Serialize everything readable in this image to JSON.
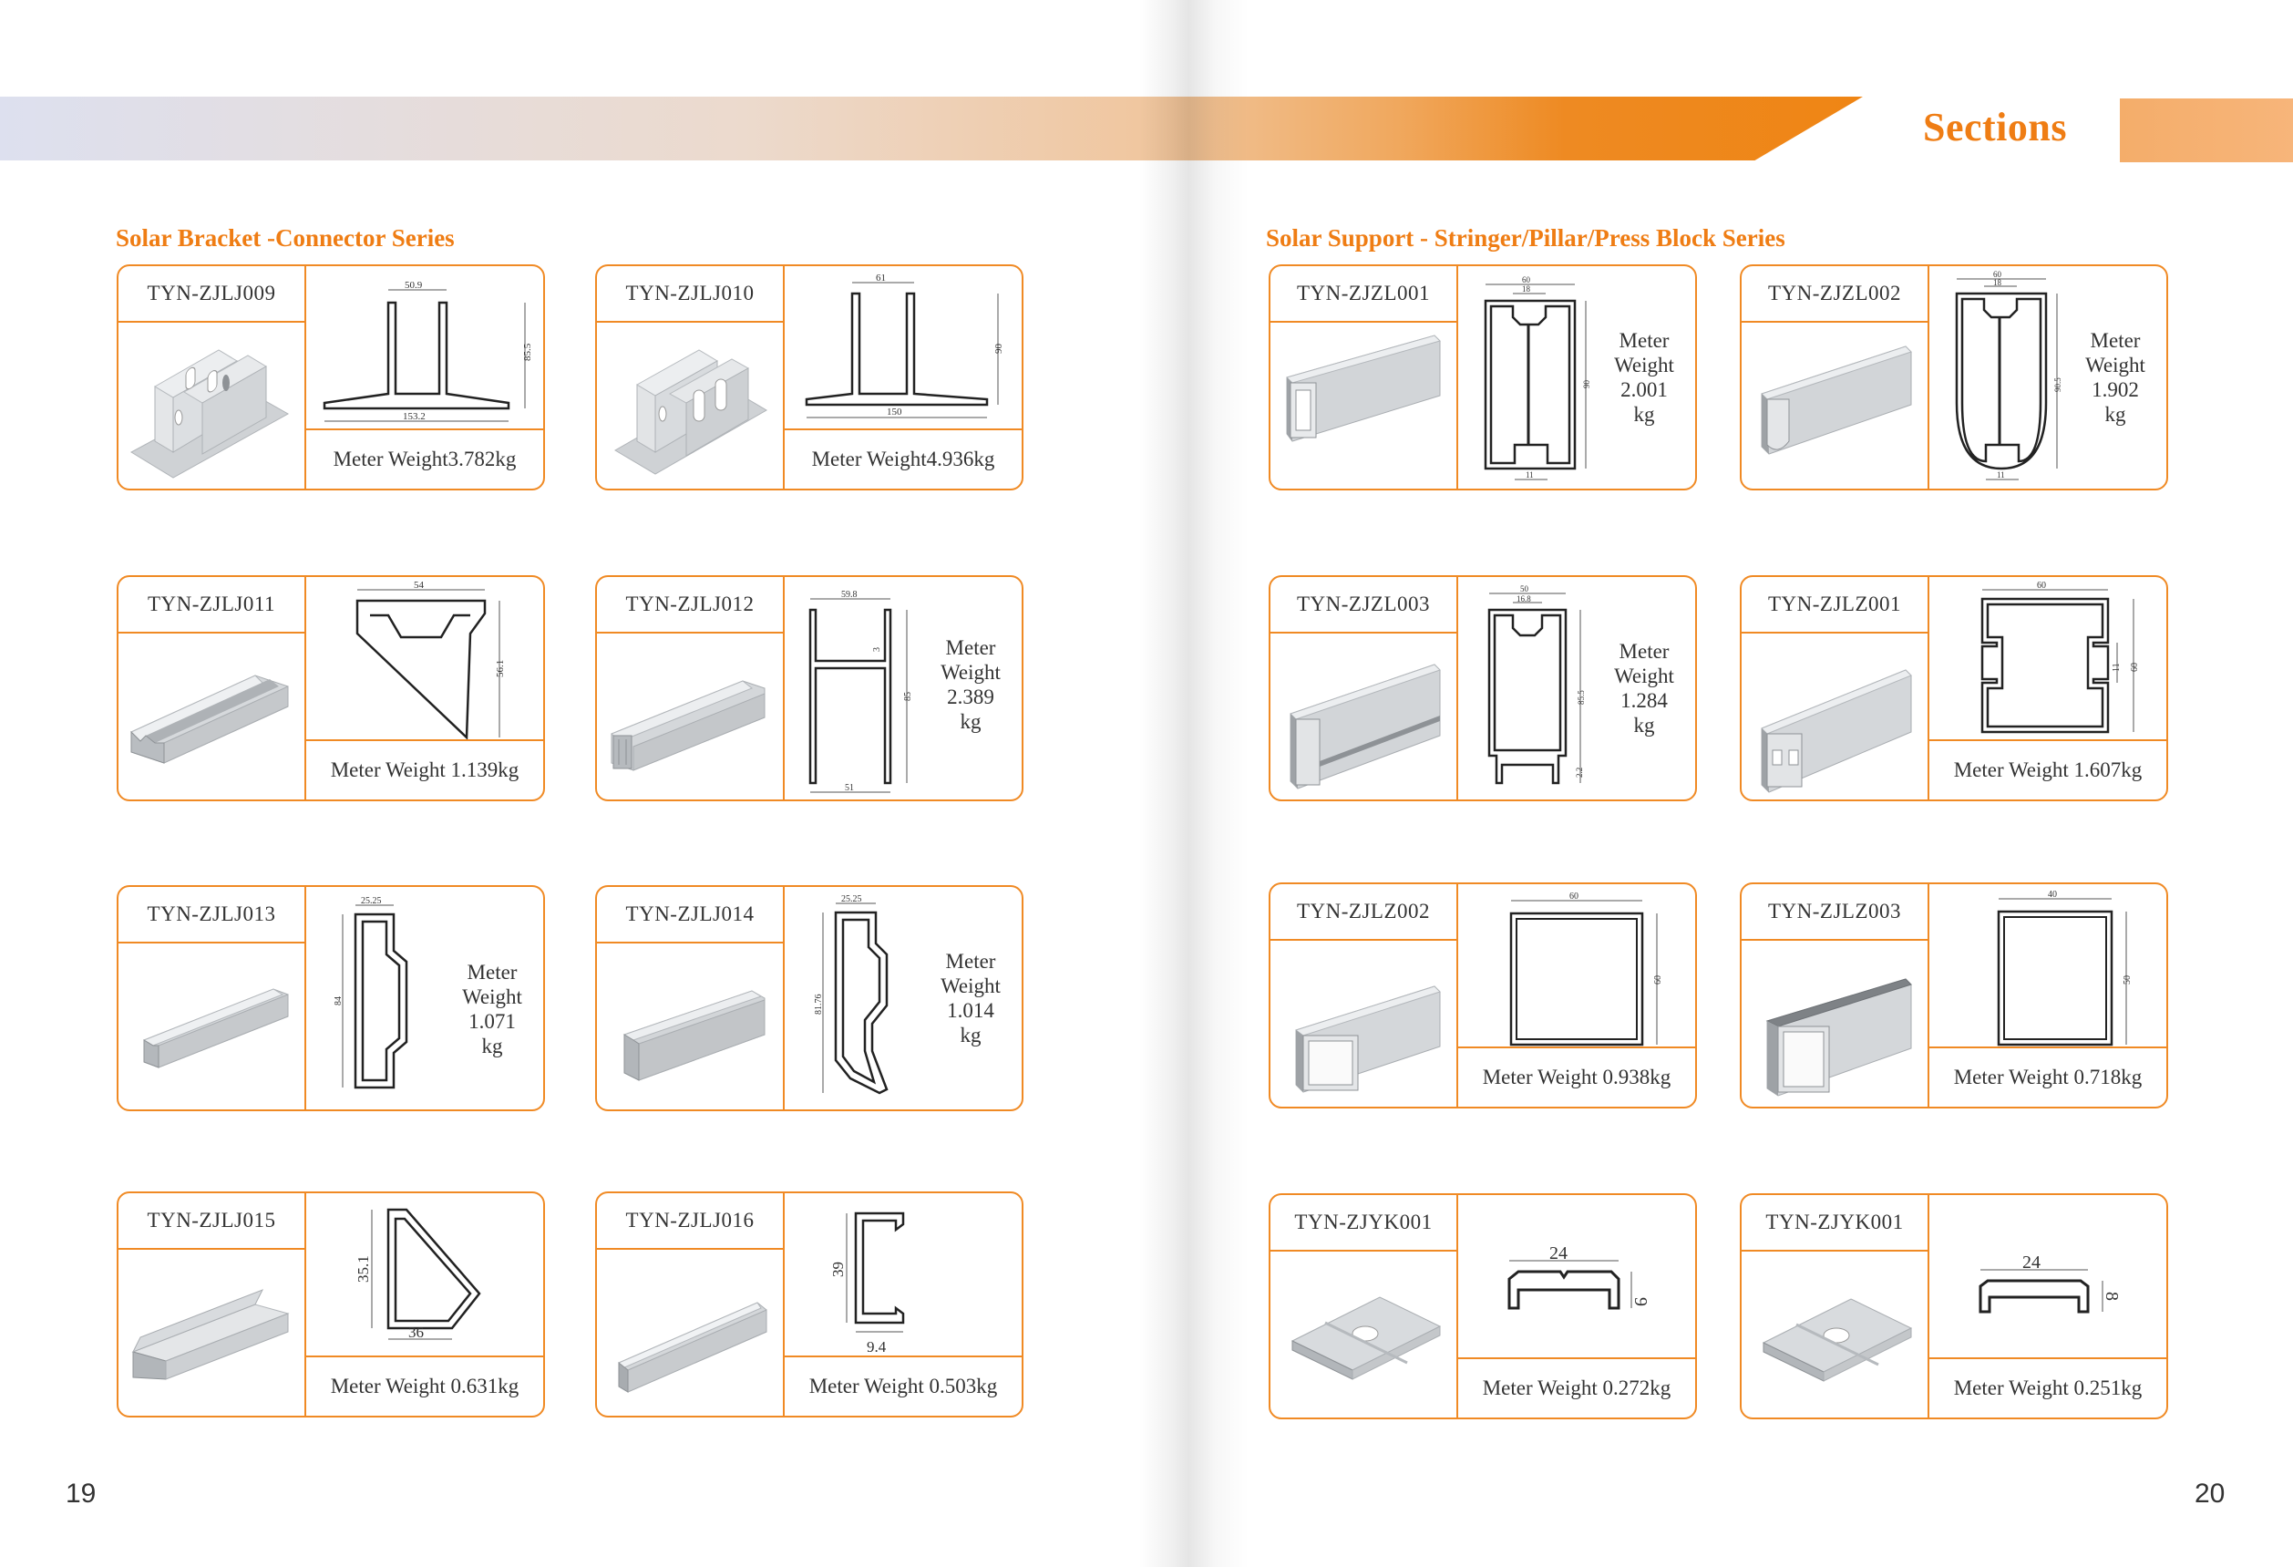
{
  "header": {
    "title": "Sections"
  },
  "left_page": {
    "series_title": "Solar Bracket -Connector Series",
    "page_number": "19",
    "cards": [
      {
        "code": "TYN-ZJLJ009",
        "weight": "Meter Weight3.782kg",
        "dims": [
          "50.9",
          "85.5",
          "153.2"
        ]
      },
      {
        "code": "TYN-ZJLJ010",
        "weight": "Meter Weight4.936kg",
        "dims": [
          "61",
          "90",
          "150"
        ]
      },
      {
        "code": "TYN-ZJLJ011",
        "weight": "Meter Weight 1.139kg",
        "dims": [
          "54",
          "56.1"
        ]
      },
      {
        "code": "TYN-ZJLJ012",
        "weight_lines": [
          "Meter",
          "Weight",
          "2.389",
          "kg"
        ],
        "dims": [
          "59.8",
          "3",
          "85",
          "51"
        ]
      },
      {
        "code": "TYN-ZJLJ013",
        "weight_lines": [
          "Meter",
          "Weight",
          "1.071",
          "kg"
        ],
        "dims": [
          "25.25",
          "84"
        ]
      },
      {
        "code": "TYN-ZJLJ014",
        "weight_lines": [
          "Meter",
          "Weight",
          "1.014",
          "kg"
        ],
        "dims": [
          "25.25",
          "81.76"
        ]
      },
      {
        "code": "TYN-ZJLJ015",
        "weight": "Meter Weight 0.631kg",
        "dims": [
          "35.1",
          "36"
        ]
      },
      {
        "code": "TYN-ZJLJ016",
        "weight": "Meter Weight 0.503kg",
        "dims": [
          "39",
          "9.4"
        ]
      }
    ]
  },
  "right_page": {
    "series_title": "Solar Support - Stringer/Pillar/Press Block Series",
    "page_number": "20",
    "cards": [
      {
        "code": "TYN-ZJZL001",
        "weight_lines": [
          "Meter",
          "Weight",
          "2.001",
          "kg"
        ],
        "dims": [
          "60",
          "18",
          "90",
          "11"
        ]
      },
      {
        "code": "TYN-ZJZL002",
        "weight_lines": [
          "Meter",
          "Weight",
          "1.902",
          "kg"
        ],
        "dims": [
          "60",
          "18",
          "90.5",
          "11"
        ]
      },
      {
        "code": "TYN-ZJZL003",
        "weight_lines": [
          "Meter",
          "Weight",
          "1.284",
          "kg"
        ],
        "dims": [
          "50",
          "16.8",
          "85.5",
          "2.2"
        ]
      },
      {
        "code": "TYN-ZJLZ001",
        "weight": "Meter Weight 1.607kg",
        "dims": [
          "60",
          "11",
          "60"
        ]
      },
      {
        "code": "TYN-ZJLZ002",
        "weight": "Meter Weight 0.938kg",
        "dims": [
          "60",
          "60"
        ]
      },
      {
        "code": "TYN-ZJLZ003",
        "weight": "Meter Weight 0.718kg",
        "dims": [
          "40",
          "50"
        ]
      },
      {
        "code": "TYN-ZJYK001",
        "weight": "Meter Weight 0.272kg",
        "dims": [
          "24",
          "9"
        ]
      },
      {
        "code": "TYN-ZJYK001",
        "weight": "Meter Weight 0.251kg",
        "dims": [
          "24",
          "8"
        ]
      }
    ]
  },
  "colors": {
    "accent": "#ef7d14",
    "card_border": "#f08a24",
    "text": "#333333"
  }
}
